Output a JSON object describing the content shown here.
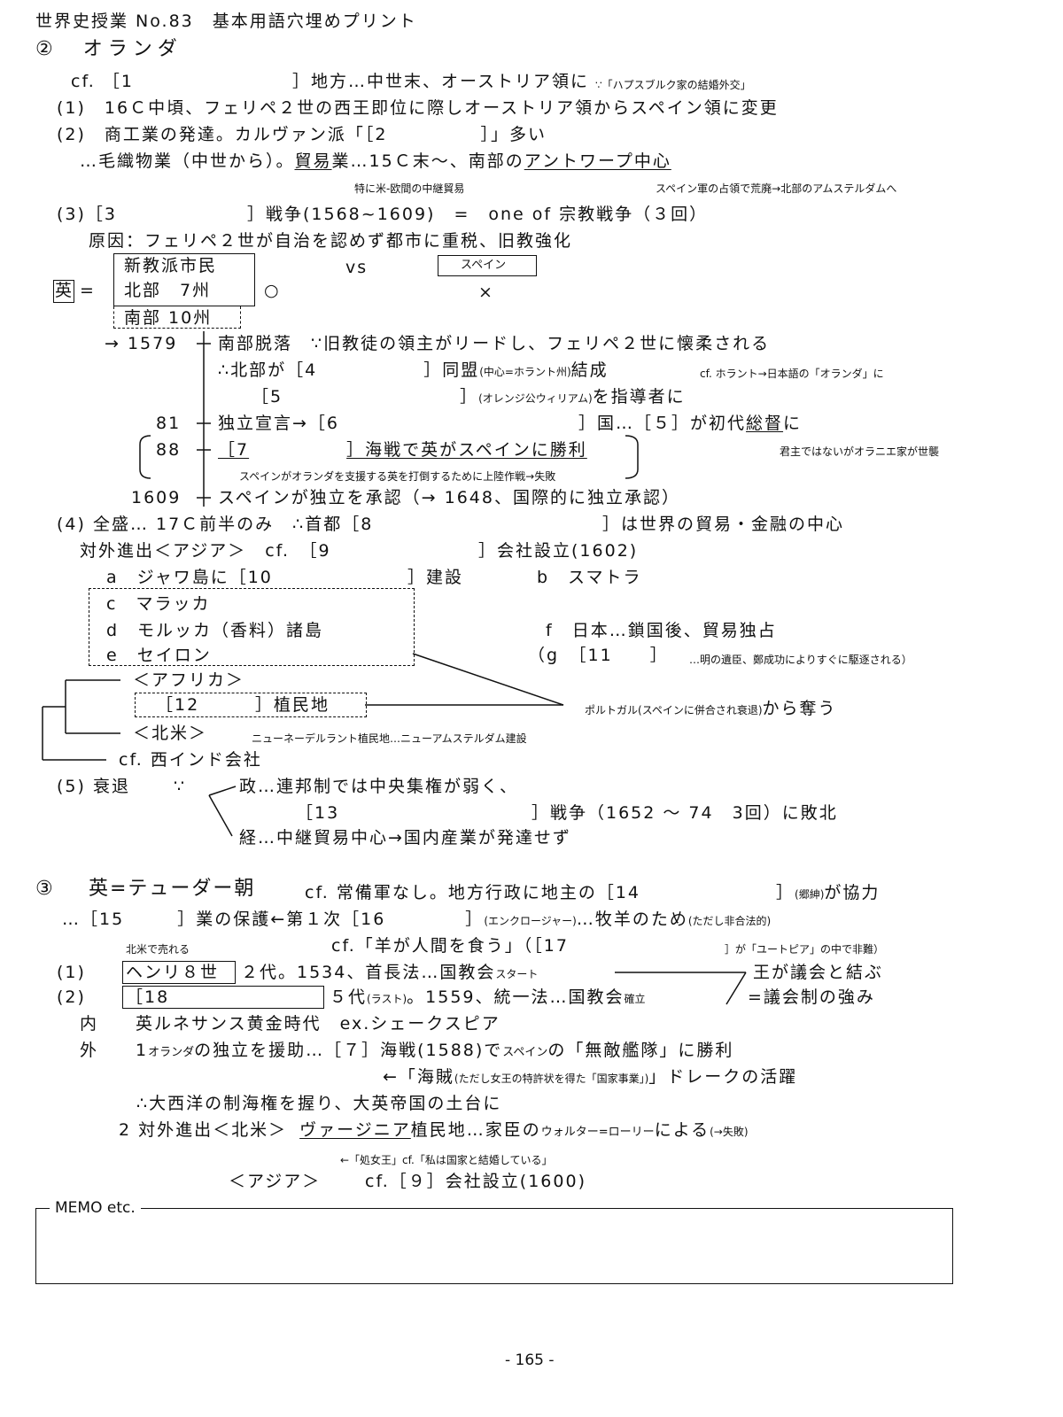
{
  "header": {
    "title": "世界史授業 No.83　基本用語穴埋めプリント"
  },
  "sec2": {
    "title": "②　オランダ",
    "cf1_a": "cf. ［1",
    "cf1_b": "］地方…中世末、オーストリア領に",
    "cf1_c": "∵「ハプスブルク家の結婚外交」",
    "l1": "(1)　16Ｃ中頃、フェリペ２世の西王即位に際しオーストリア領からスペイン領に変更",
    "l2": "(2)　商工業の発達。カルヴァン派「［2　　　　　］」多い",
    "l3a": "…毛織物業（中世から）。",
    "l3b": "貿易",
    "l3c": "業…15Ｃ末～、南部の",
    "l3d": "アントワープ中心",
    "n3a": "特に米-欧間の中継貿易",
    "n3b": "スペイン軍の占領で荒廃→北部のアムステルダムへ",
    "l4": "(3)［3　　　　　　　］戦争(1568~1609)　=　one of 宗教戦争（３回）",
    "l5": "原因：フェリペ２世が自治を認めず都市に重税、旧教強化",
    "ei": "英",
    "eq": "=",
    "box_a": "新教派市民",
    "box_b": "北部　7州",
    "circle": "○",
    "vs": "vs",
    "spain": "スペイン",
    "cross": "×",
    "south10": "南部 10州",
    "y1579": "→ 1579",
    "t1": "南部脱落　∵旧教徒の領主がリードし、フェリペ２世に懐柔される",
    "t2a": "∴北部が［4",
    "t2b": "］同盟",
    "t2c": "(中心=ホラント州)",
    "t2d": "結成",
    "t2e": "cf. ホラント→日本語の「オランダ」に",
    "t3a": "［5",
    "t3b": "］",
    "t3c": "(オレンジ公ウィリアム)",
    "t3d": "を指導者に",
    "y81": "81",
    "t4a": "独立宣言→［6",
    "t4b": "］国…［５］が初代",
    "t4c": "総督",
    "t4d": "に",
    "t4note": "君主ではないがオラニエ家が世襲",
    "y88": "88",
    "t5a": "［7",
    "t5b": "］海戦で英がスペインに勝利",
    "t5note": "スペインがオランダを支援する英を打倒するために上陸作戦→失敗",
    "y1609": "1609",
    "t6": "スペインが独立を承認（→ 1648、国際的に独立承認）",
    "p4a": "(4) 全盛… 17Ｃ前半のみ　∴首都［8",
    "p4b": "］は世界の貿易・金融の中心",
    "p4c": "対外進出＜アジア＞　cf.　［9",
    "p4d": "］会社設立",
    "p4e": "(1602)",
    "ia": "a　ジャワ島に［10",
    "ia2": "］建設",
    "ib": "b　スマトラ",
    "ic": "c　マラッカ",
    "id": "d　モルッカ（香料）諸島",
    "ie": "e　セイロン",
    "ifx": "f　日本…鎖国後、貿易独占",
    "ig": "（g　［11　　］",
    "ign": "…明の遺臣、鄭成功によりすぐに駆逐される）",
    "africa": "＜アフリカ＞",
    "c12a": "［12",
    "c12b": "］植民地",
    "port": "ポルトガル",
    "portn": "(スペインに併合され衰退)",
    "port2": "から奪う",
    "na": "＜北米＞",
    "nan": "ニューネーデルラント植民地…ニューアムステルダム建設",
    "wi": "cf. 西インド会社",
    "p5": "(5) 衰退",
    "because": "∵",
    "pol": "政…連邦制では中央集権が弱く、",
    "w13a": "［13",
    "w13b": "］戦争（1652 ～ 74　3回）に敗北",
    "eco": "経…中継貿易中心→国内産業が発達せず"
  },
  "sec3": {
    "num": "③",
    "l1a": "英=テューダー朝",
    "l1b": "cf. 常備軍なし。地方行政に地主の［14",
    "l1c": "］",
    "l1d": "(郷紳)",
    "l1e": "が協力",
    "l2a": "…［15",
    "l2b": "］業の保護←第１次［16",
    "l2c": "］",
    "l2d": "(エンクロージャー)",
    "l2e": "…牧羊のため",
    "l2f": "(ただし非合法的)",
    "n2a": "北米で売れる",
    "n2b": "cf.「羊が人間を食う」（［17",
    "n2c": "］が「ユートピア」の中で非難）",
    "r1": "(1)",
    "henry": "ヘンリ８世",
    "r1b": "２代。1534、首長法…国教会",
    "r1c": "スタート",
    "r2": "(2)",
    "b18": "［18",
    "r2b": "５代",
    "r2c": "(ラスト)",
    "r2d": "。1559、統一法…国教会",
    "r2e": "確立",
    "king1": "王が議会と結ぶ",
    "king2": "=議会制の強み",
    "inner": "内　　英ルネサンス黄金時代　ex.シェークスピア",
    "o1a": "外　　1",
    "o1b": "オランダ",
    "o1c": "の独立を援助…［７］海戦(1588)で",
    "o1d": "スペイン",
    "o1e": "の「無敵艦隊」に勝利",
    "o2a": "←「海賊",
    "o2b": "(ただし女王の特許状を得た「国家事業」)",
    "o2c": "」ドレークの活躍",
    "o3": "∴大西洋の制海権を握り、大英帝国の土台に",
    "o4a": "2 対外進出＜北米＞",
    "o4b": "ヴァージニア",
    "o4c": "植民地…家臣の",
    "o4d": "ウォルター=ローリー",
    "o4e": "による",
    "o4f": "(→失敗)",
    "o5": "←「処女王」cf.「私は国家と結婚している」",
    "o6a": "＜アジア＞",
    "o6b": "cf.［９］会社設立",
    "o6c": "(1600)"
  },
  "memo": {
    "label": "MEMO etc."
  },
  "footer": {
    "page": "- 165 -"
  }
}
